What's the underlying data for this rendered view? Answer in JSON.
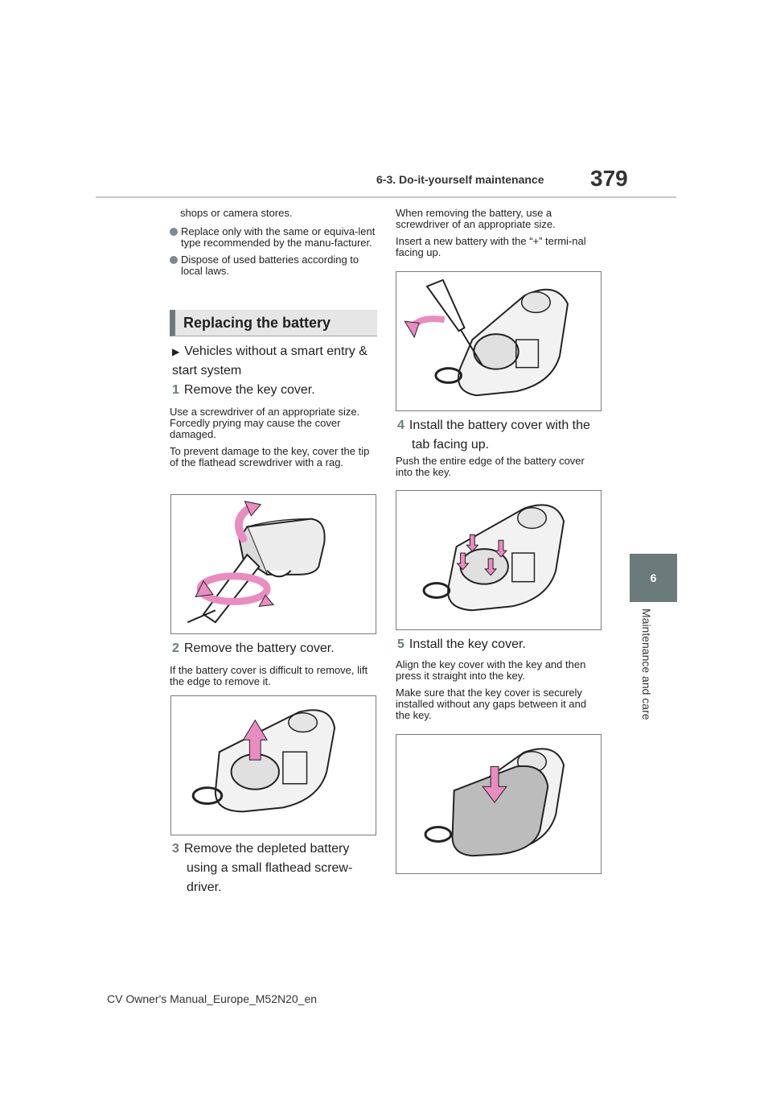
{
  "header": {
    "section_title": "6-3. Do-it-yourself maintenance",
    "page_number": "379"
  },
  "side_tab": {
    "chapter_number": "6",
    "chapter_title": "Maintenance and care"
  },
  "footer": {
    "manual_name": "CV Owner's Manual_Europe_M52N20_en"
  },
  "left": {
    "intro_fragment": "shops or camera stores.",
    "bullets": [
      "Replace only with the same or equiva-lent type recommended by the manu-facturer.",
      "Dispose of used batteries according to local laws."
    ],
    "section_heading": "Replacing the battery",
    "subheading": "Vehicles without a smart entry & start system",
    "step1": {
      "num": "1",
      "title": "Remove the key cover.",
      "notes": [
        "Use a screwdriver of an appropriate size. Forcedly prying may cause the cover damaged.",
        "To prevent damage to the key, cover the tip of the flathead screwdriver with a rag."
      ]
    },
    "step2": {
      "num": "2",
      "title": "Remove the battery cover.",
      "notes": [
        "If the battery cover is difficult to remove, lift the edge to remove it."
      ]
    },
    "step3": {
      "num": "3",
      "title_line1": "Remove the depleted battery",
      "title_line2": "using a small flathead screw-",
      "title_line3": "driver."
    }
  },
  "right": {
    "step3_notes": [
      "When removing the battery, use a screwdriver of an appropriate size.",
      "Insert a new battery with the “+” termi-nal facing up."
    ],
    "step4": {
      "num": "4",
      "title_line1": "Install the battery cover with the",
      "title_line2": "tab facing up.",
      "notes": [
        "Push the entire edge of the battery cover into the key."
      ]
    },
    "step5": {
      "num": "5",
      "title": "Install the key cover.",
      "notes": [
        "Align the key cover with the key and then press it straight into the key.",
        "Make sure that the key cover is securely installed without any gaps between it and the key."
      ]
    }
  },
  "colors": {
    "accent": "#6b7b7c",
    "arrow_pink": "#e98cc0",
    "section_bg": "#e6e6e6"
  }
}
